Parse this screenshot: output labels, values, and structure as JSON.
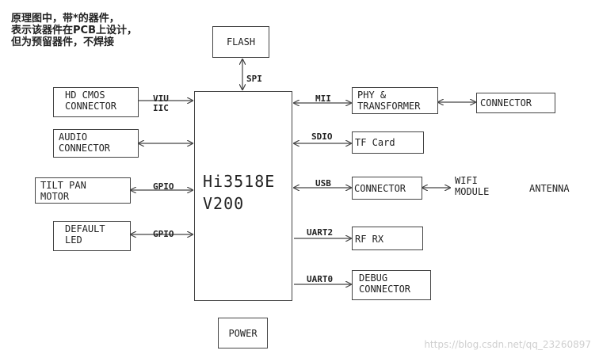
{
  "note": "原理图中，带*的器件，\n表示该器件在PCB上设计，\n但为预留器件，不焊接",
  "cpu": {
    "line1": "Hi3518E",
    "line2": "V200"
  },
  "blocks": {
    "flash": "FLASH",
    "hd_cmos": "HD CMOS\nCONNECTOR",
    "audio": "AUDIO\nCONNECTOR",
    "tilt_pan": "TILT PAN\nMOTOR",
    "default_led": "DEFAULT\nLED",
    "phy": "PHY &\nTRANSFORMER",
    "connector_eth": "CONNECTOR",
    "tf_card": "TF Card",
    "usb_connector": "CONNECTOR",
    "wifi_module": "WIFI\nMODULE",
    "antenna": "ANTENNA",
    "rf_rx": "RF RX",
    "debug": "DEBUG\nCONNECTOR",
    "power": "POWER"
  },
  "labels": {
    "spi": "SPI",
    "viu_iic": "VIU\nIIC",
    "gpio1": "GPIO",
    "gpio2": "GPIO",
    "mii": "MII",
    "sdio": "SDIO",
    "usb": "USB",
    "uart2": "UART2",
    "uart0": "UART0"
  },
  "watermark": "https://blog.csdn.net/qq_23260897"
}
